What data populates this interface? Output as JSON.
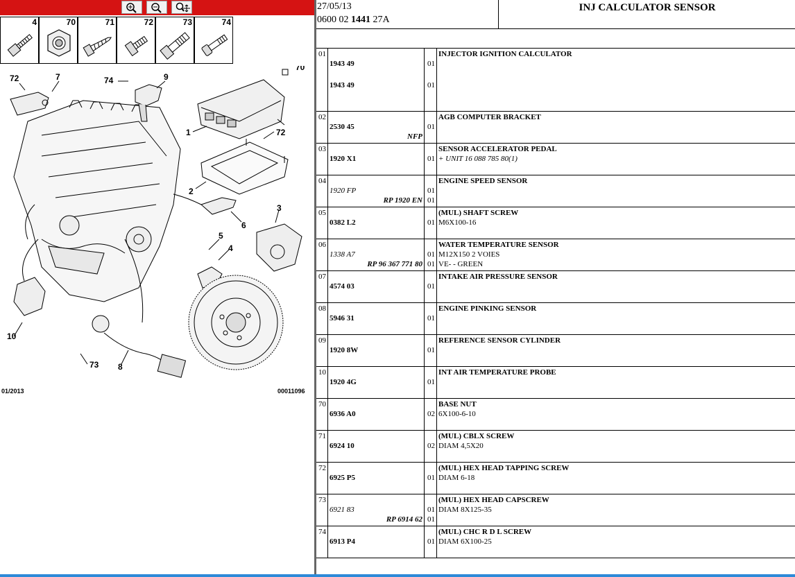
{
  "toolbar": {
    "buttons": [
      {
        "name": "zoom-in-icon"
      },
      {
        "name": "zoom-out-icon"
      },
      {
        "name": "zoom-fit-icon"
      }
    ]
  },
  "fasteners": [
    "4",
    "70",
    "71",
    "72",
    "73",
    "74"
  ],
  "diagram": {
    "callouts": [
      "72",
      "7",
      "74",
      "9",
      "70",
      "1",
      "72",
      "2",
      "6",
      "3",
      "5",
      "4",
      "10",
      "73",
      "8"
    ],
    "date": "01/2013",
    "code": "00011096"
  },
  "header": {
    "date": "27/05/13",
    "ref_a": "0600 02 ",
    "ref_b": "1441",
    "ref_c": " 27A",
    "title": "INJ CALCULATOR SENSOR"
  },
  "rows": [
    {
      "idx": "01",
      "tall": true,
      "refs": [
        {
          "t": "1943 49",
          "style": "b",
          "q": "01"
        },
        {
          "t": "1943 49",
          "style": "b",
          "q": "01"
        }
      ],
      "sub": "",
      "desc": [
        "INJECTOR IGNITION CALCULATOR"
      ]
    },
    {
      "idx": "02",
      "refs": [
        {
          "t": "2530 45",
          "style": "b",
          "q": "01"
        }
      ],
      "sub": "NFP",
      "desc": [
        "AGB COMPUTER BRACKET"
      ]
    },
    {
      "idx": "03",
      "refs": [
        {
          "t": "1920 X1",
          "style": "b",
          "q": "01"
        }
      ],
      "sub": "",
      "desc": [
        "SENSOR ACCELERATOR PEDAL",
        "+ UNIT 16 088 785 80(1)"
      ]
    },
    {
      "idx": "04",
      "refs": [
        {
          "t": "1920 FP",
          "style": "i",
          "q": "01"
        }
      ],
      "sub": "RP 1920 EN",
      "subq": "01",
      "desc": [
        "ENGINE SPEED SENSOR"
      ]
    },
    {
      "idx": "05",
      "refs": [
        {
          "t": "0382 L2",
          "style": "b",
          "q": "01"
        }
      ],
      "sub": "",
      "desc": [
        "(MUL) SHAFT SCREW",
        "M6X100-16"
      ]
    },
    {
      "idx": "06",
      "refs": [
        {
          "t": "1338 A7",
          "style": "i",
          "q": "01"
        }
      ],
      "sub": "RP 96 367 771 80",
      "subq": "01",
      "desc": [
        "WATER TEMPERATURE SENSOR",
        "M12X150 2 VOIES",
        "VE- - GREEN"
      ]
    },
    {
      "idx": "07",
      "refs": [
        {
          "t": "4574 03",
          "style": "b",
          "q": "01"
        }
      ],
      "sub": "",
      "desc": [
        "INTAKE AIR PRESSURE SENSOR"
      ]
    },
    {
      "idx": "08",
      "refs": [
        {
          "t": "5946 31",
          "style": "b",
          "q": "01"
        }
      ],
      "sub": "",
      "desc": [
        "ENGINE PINKING SENSOR"
      ]
    },
    {
      "idx": "09",
      "refs": [
        {
          "t": "1920 8W",
          "style": "b",
          "q": "01"
        }
      ],
      "sub": "",
      "desc": [
        "REFERENCE SENSOR CYLINDER"
      ]
    },
    {
      "idx": "10",
      "refs": [
        {
          "t": "1920 4G",
          "style": "b",
          "q": "01"
        }
      ],
      "sub": "",
      "desc": [
        "INT AIR TEMPERATURE PROBE"
      ]
    },
    {
      "idx": "70",
      "refs": [
        {
          "t": "6936 A0",
          "style": "b",
          "q": "02"
        }
      ],
      "sub": "",
      "desc": [
        "BASE NUT",
        "6X100-6-10"
      ]
    },
    {
      "idx": "71",
      "refs": [
        {
          "t": "6924 10",
          "style": "b",
          "q": "02"
        }
      ],
      "sub": "",
      "desc": [
        "(MUL) CBLX SCREW",
        "DIAM 4,5X20"
      ]
    },
    {
      "idx": "72",
      "refs": [
        {
          "t": "6925 P5",
          "style": "b",
          "q": "01"
        }
      ],
      "sub": "",
      "desc": [
        "(MUL) HEX HEAD TAPPING SCREW",
        "DIAM 6-18"
      ]
    },
    {
      "idx": "73",
      "refs": [
        {
          "t": "6921 83",
          "style": "i",
          "q": "01"
        }
      ],
      "sub": "RP 6914 62",
      "subq": "01",
      "desc": [
        "(MUL) HEX HEAD CAPSCREW",
        "DIAM 8X125-35"
      ]
    },
    {
      "idx": "74",
      "refs": [
        {
          "t": "6913 P4",
          "style": "b",
          "q": "01"
        }
      ],
      "sub": "",
      "desc": [
        "(MUL) CHC R D L SCREW",
        "DIAM 6X100-25"
      ]
    }
  ]
}
